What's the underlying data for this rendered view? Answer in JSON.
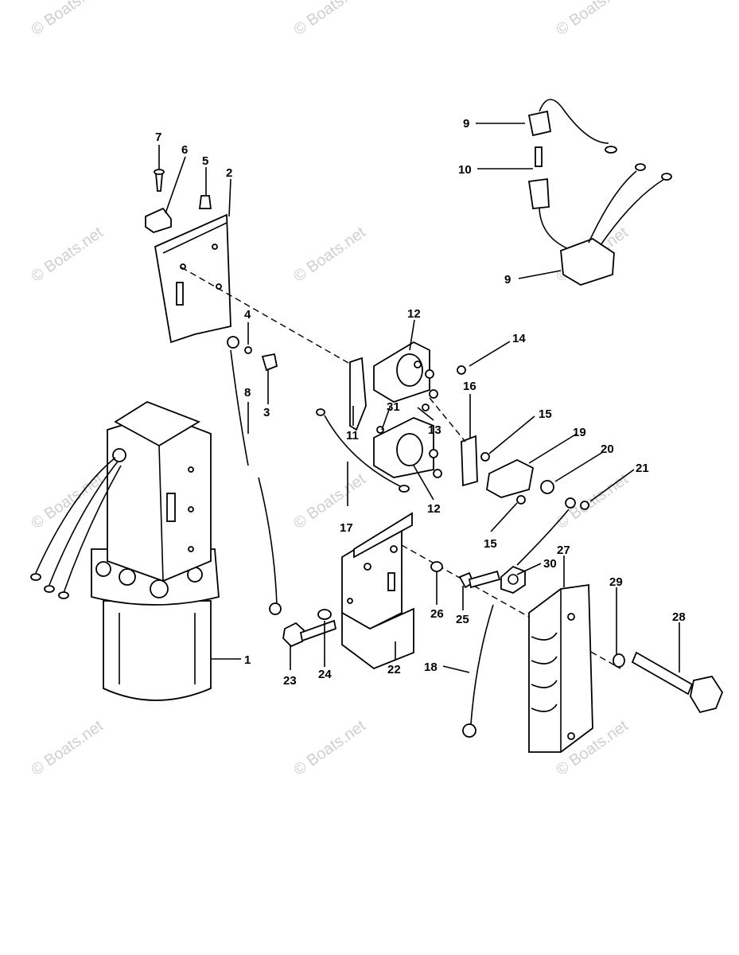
{
  "watermark": {
    "text": "© Boats.net"
  },
  "callouts": [
    "1",
    "2",
    "3",
    "4",
    "5",
    "6",
    "7",
    "8",
    "9",
    "9",
    "10",
    "11",
    "12",
    "12",
    "13",
    "14",
    "15",
    "15",
    "16",
    "17",
    "18",
    "19",
    "20",
    "21",
    "22",
    "23",
    "24",
    "25",
    "26",
    "27",
    "28",
    "29",
    "30",
    "31"
  ]
}
